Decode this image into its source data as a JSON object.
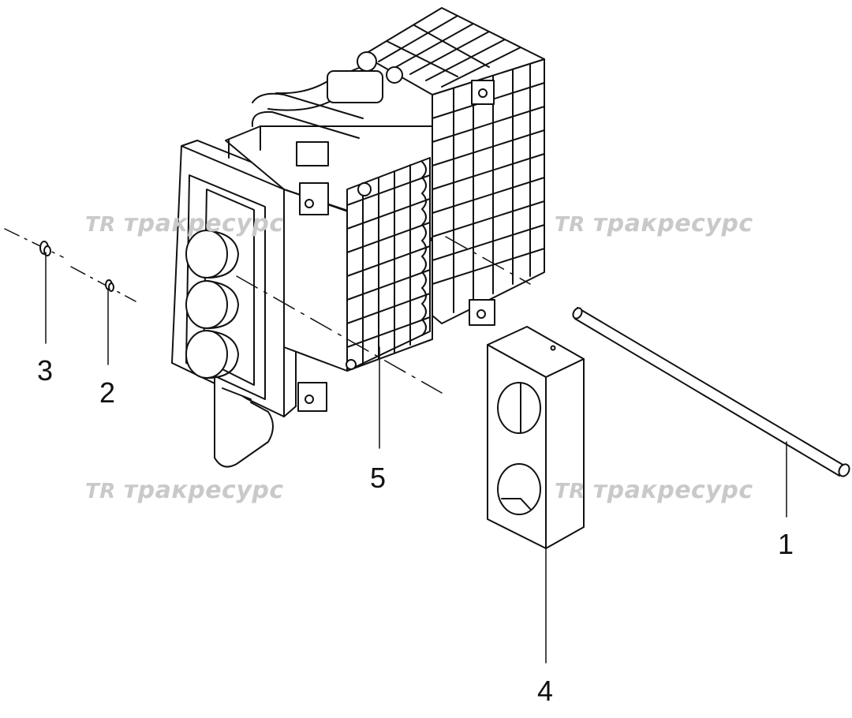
{
  "diagram": {
    "callouts": [
      {
        "id": "1",
        "label": "1"
      },
      {
        "id": "2",
        "label": "2"
      },
      {
        "id": "3",
        "label": "3"
      },
      {
        "id": "4",
        "label": "4"
      },
      {
        "id": "5",
        "label": "5"
      }
    ],
    "watermark": {
      "logo": "TR",
      "text": "тракресурс"
    },
    "colors": {
      "line": "#111111",
      "watermark": "#c9c9c9",
      "background": "#ffffff"
    }
  }
}
